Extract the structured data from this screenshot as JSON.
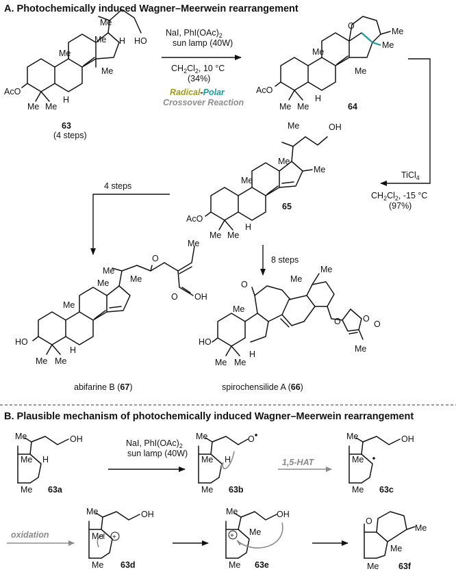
{
  "sectionA": {
    "title": "A. Photochemically induced Wagner–Meerwein rearrangement",
    "reagents1": {
      "line1": "NaI, PhI(OAc)",
      "line1_sub": "2",
      "line2": "sun lamp (40W)",
      "line3": "CH",
      "line3_sub": "2",
      "line3b": "Cl",
      "line3c": ", 10 °C",
      "yield": "(34%)"
    },
    "crossover": {
      "radical": "Radical",
      "dash": "-",
      "polar": "Polar",
      "line2": "Crossover Reaction"
    },
    "reagents2": {
      "line1": "TiCl",
      "line1_sub": "4",
      "line2": "CH",
      "line2_sub": "2",
      "line2b": "Cl",
      "line2c": ", -15 °C",
      "yield": "(97%)"
    },
    "steps4": "4 steps",
    "steps8": "8 steps",
    "compound63": {
      "num": "63",
      "steps": "(4 steps)"
    },
    "compound64": {
      "num": "64"
    },
    "compound65": {
      "num": "65"
    },
    "compound67": {
      "name": "abifarine B (",
      "num": "67",
      "close": ")"
    },
    "compound66": {
      "name": "spirochensilide A (",
      "num": "66",
      "close": ")"
    }
  },
  "sectionB": {
    "title": "B. Plausible mechanism of photochemically induced Wagner–Meerwein rearrangement",
    "reagents": {
      "line1": "NaI, PhI(OAc)",
      "line1_sub": "2",
      "line2": "sun lamp (40W)"
    },
    "hat": "1,5-HAT",
    "oxidation": "oxidation",
    "labels": {
      "c63a": "63a",
      "c63b": "63b",
      "c63c": "63c",
      "c63d": "63d",
      "c63e": "63e",
      "c63f": "63f"
    }
  },
  "atoms": {
    "me": "Me",
    "h": "H",
    "aco": "AcO",
    "ho": "HO",
    "oh": "OH",
    "o": "O"
  },
  "colors": {
    "radical": "#a39a1c",
    "polar": "#1a9a9a",
    "crossover": "#8c8c8c",
    "arrow_gray": "#8a8a8a"
  }
}
